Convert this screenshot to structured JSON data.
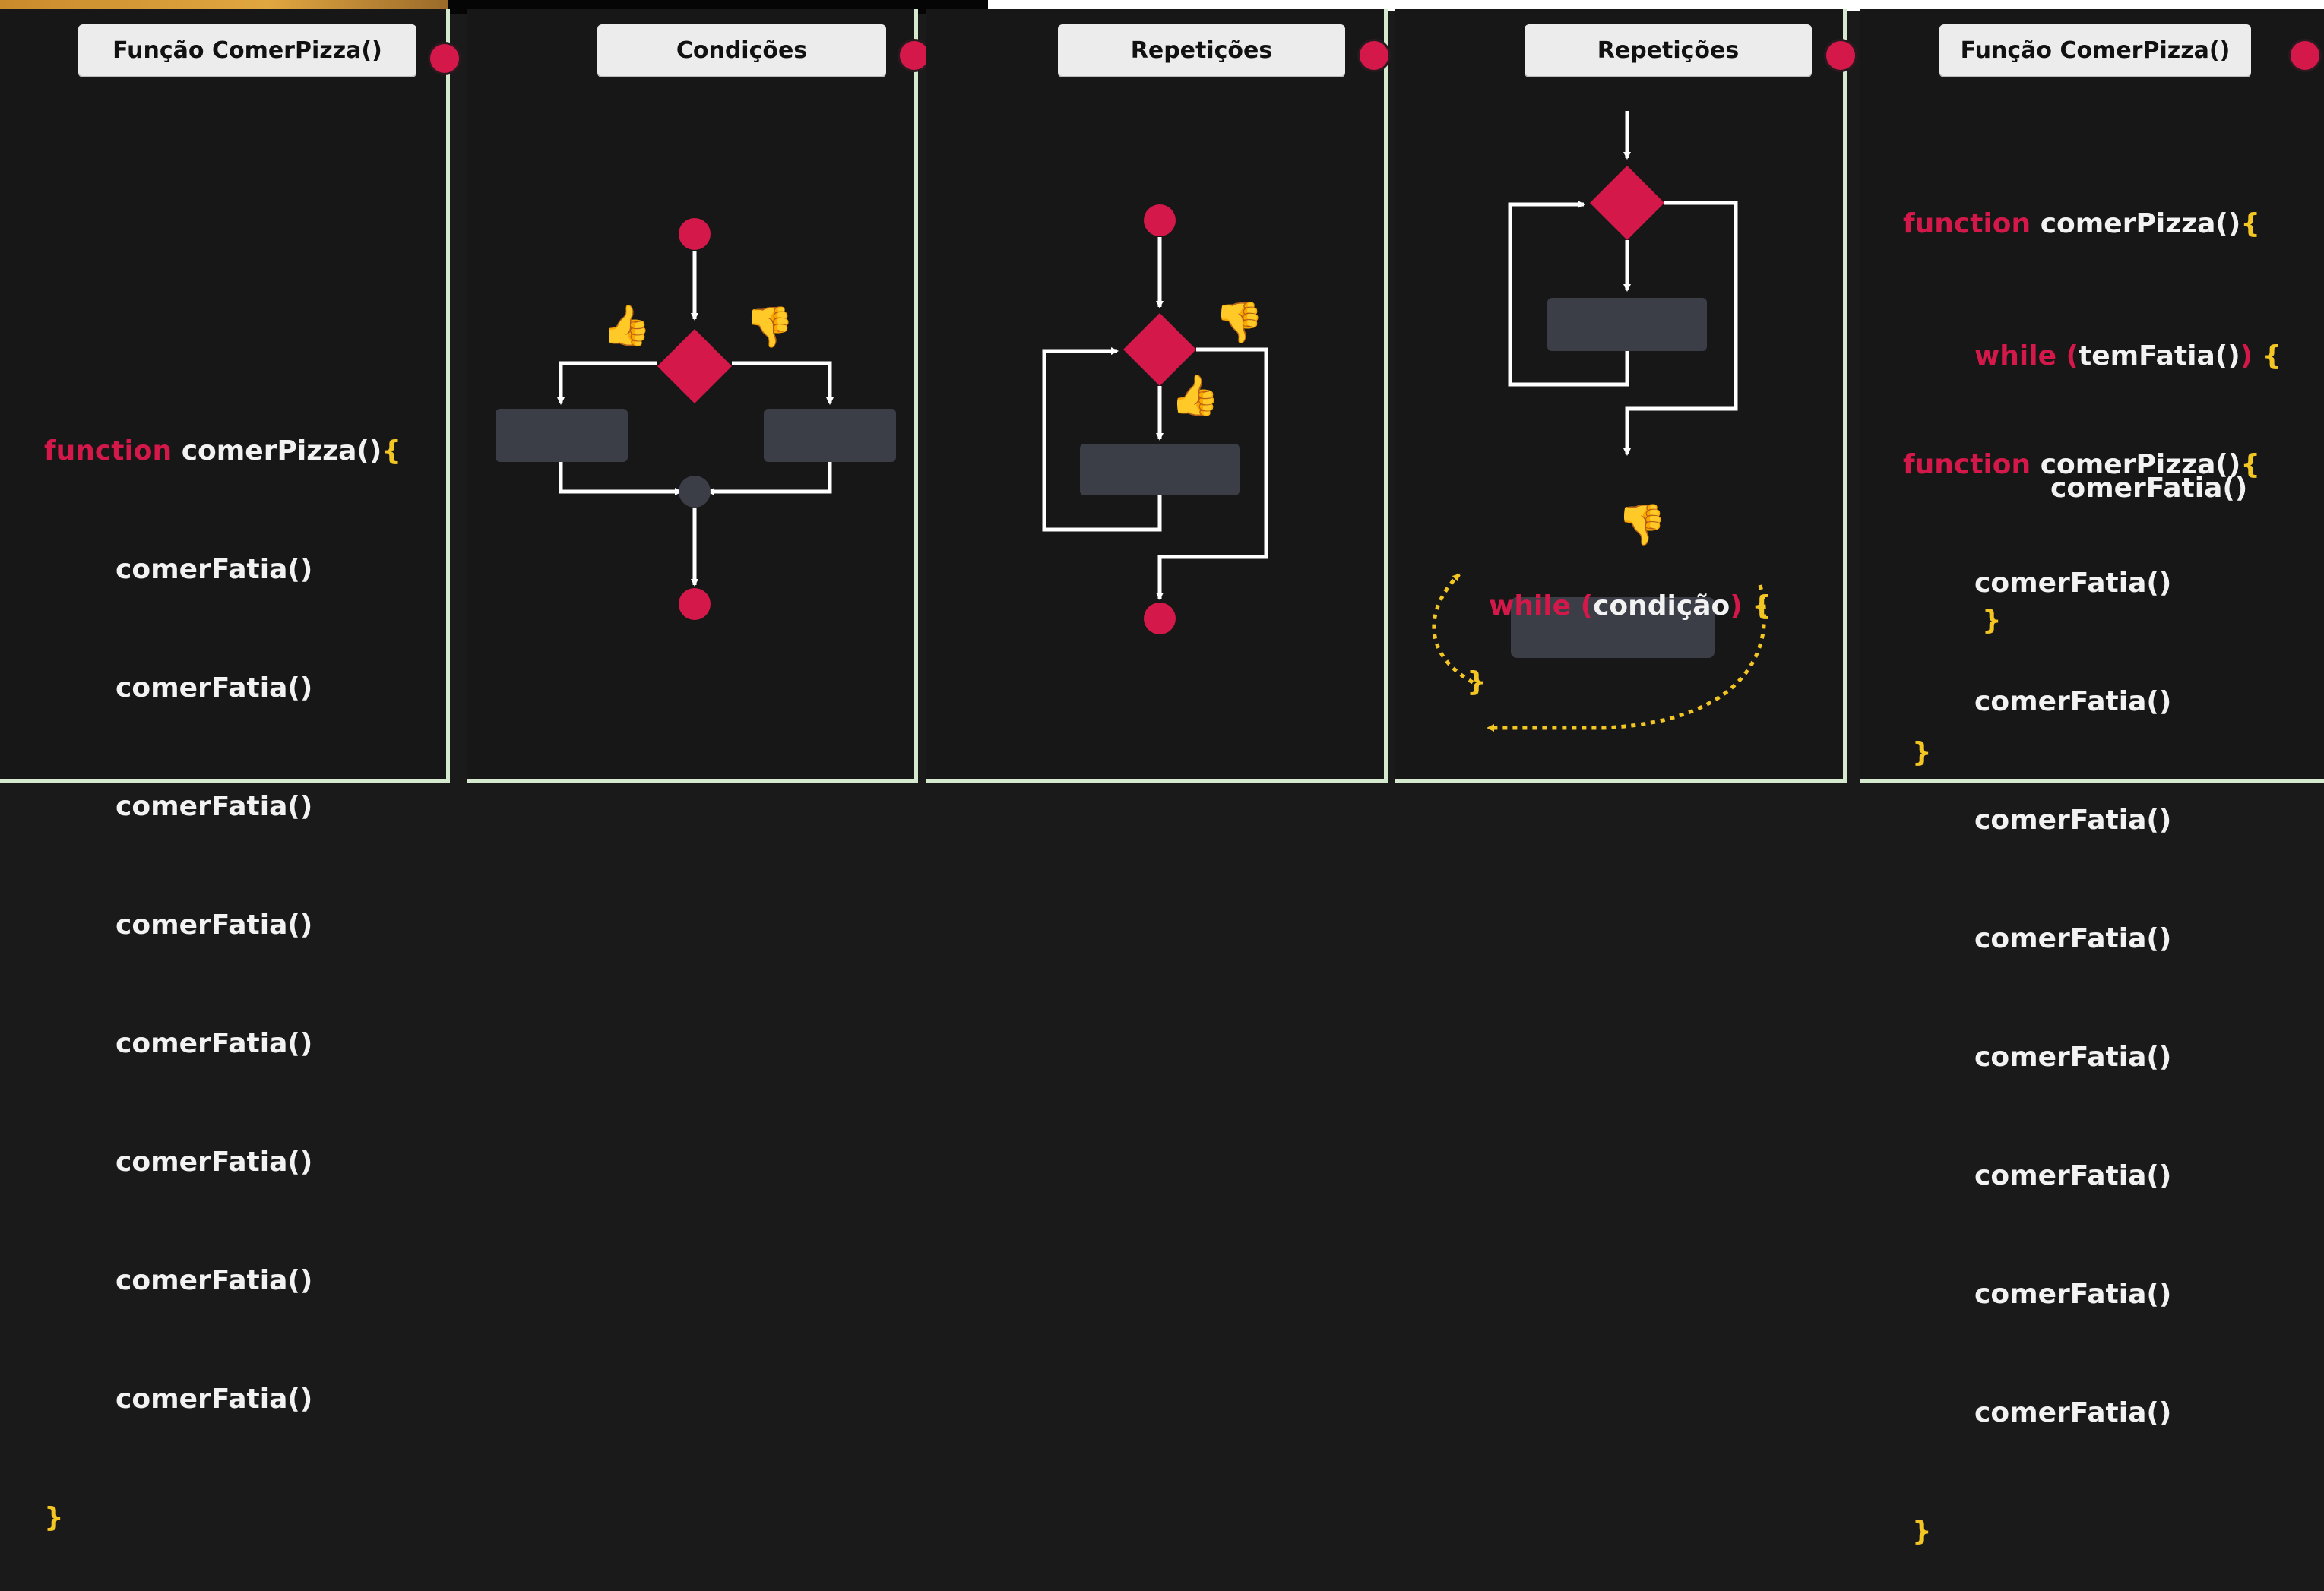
{
  "panels": {
    "p1": {
      "title": "Função ComerPizza()",
      "code": {
        "kw": "function",
        "fn": "comerPizza()",
        "open": "{",
        "calls": [
          "comerFatia()",
          "comerFatia()",
          "comerFatia()",
          "comerFatia()",
          "comerFatia()",
          "comerFatia()",
          "comerFatia()",
          "comerFatia()"
        ],
        "close": "}"
      }
    },
    "p2": {
      "title": "Condições"
    },
    "p3": {
      "title": "Repetições"
    },
    "p4": {
      "title": "Repetições",
      "loop": {
        "kw": "while",
        "open_paren": "(",
        "cond": "condição",
        "close_paren": ")",
        "open": "{",
        "close": "}"
      }
    },
    "p5": {
      "title": "Função ComerPizza()",
      "code1": {
        "kw": "function",
        "fn": "comerPizza()",
        "open": "{",
        "while_kw": "while",
        "paren_open": "(",
        "cond": "temFatia()",
        "paren_close": ")",
        "while_open": "{",
        "call": "comerFatia()",
        "while_close": "}",
        "close": "}"
      },
      "code2": {
        "kw": "function",
        "fn": "comerPizza()",
        "open": "{",
        "calls": [
          "comerFatia()",
          "comerFatia()",
          "comerFatia()",
          "comerFatia()",
          "comerFatia()",
          "comerFatia()",
          "comerFatia()",
          "comerFatia()"
        ],
        "close": "}"
      }
    }
  },
  "emojis": {
    "thumbs_up": "👍",
    "thumbs_down": "👎"
  },
  "colors": {
    "accent": "#d5184a",
    "brace": "#f3c623",
    "box": "#3b3e47",
    "panel_border": "#d5e9cf"
  }
}
